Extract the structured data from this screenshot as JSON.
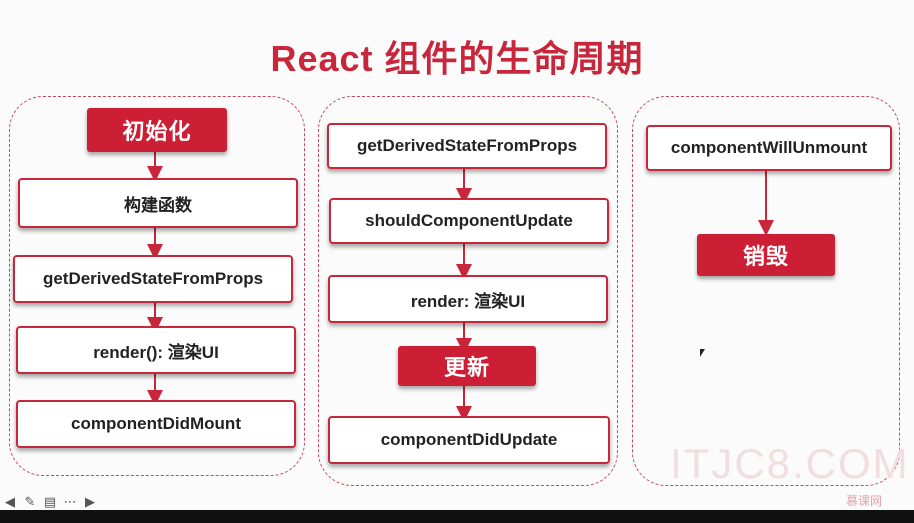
{
  "title": "React 组件的生命周期",
  "mount": {
    "stage": "初始化",
    "steps": [
      "构建函数",
      "getDerivedStateFromProps",
      "render(): 渲染UI",
      "componentDidMount"
    ]
  },
  "update": {
    "steps": [
      "getDerivedStateFromProps",
      "shouldComponentUpdate",
      "render: 渲染UI"
    ],
    "stage": "更新",
    "final": "componentDidUpdate"
  },
  "unmount": {
    "step": "componentWillUnmount",
    "stage": "销毁"
  },
  "watermark": "ITJC8.COM",
  "brand": "慕课网",
  "colors": {
    "accent": "#c8273b",
    "stage_fill": "#cc1f35"
  },
  "toolbar_icons": [
    "back-arrow-icon",
    "pen-icon",
    "list-icon",
    "more-icon",
    "forward-arrow-icon"
  ]
}
